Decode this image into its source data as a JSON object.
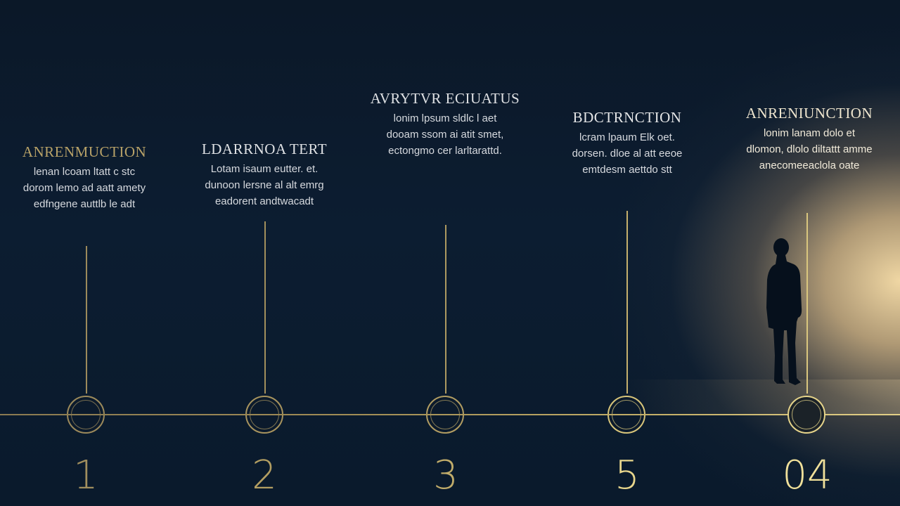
{
  "colors": {
    "background": "#0b1a2c",
    "gold_dim": "#a89560",
    "gold_mid": "#c2ad6c",
    "gold_bright": "#e6d48a",
    "light_glow": "#fce1aa"
  },
  "milestones": [
    {
      "title": "ANRENMUCTION",
      "lines": [
        "lenan lcoam ltatt c stc",
        "dorom lemo ad aatt amety",
        "edfngene auttlb le adt"
      ],
      "number": "1"
    },
    {
      "title": "LDARRNOA TERT",
      "lines": [
        "Lotam isaum eutter. et.",
        "dunoon lersne al alt emrg",
        "eadorent andtwacadt"
      ],
      "number": "2"
    },
    {
      "title": "AVRYTVR ECIUATUS",
      "lines": [
        "lonim lpsum sldlc l aet",
        "dooam ssom ai atit smet,",
        "ectongmo cer larltarattd."
      ],
      "number": "3"
    },
    {
      "title": "BDCTRNCTION",
      "lines": [
        "lcram lpaum Elk oet.",
        "dorsen. dloe al att eeoe",
        "emtdesm aettdo stt"
      ],
      "number": "5"
    },
    {
      "title": "ANRENIUNCTION",
      "lines": [
        "lonim lanam dolo et",
        "dlomon, dlolo diltattt amme",
        "anecomeeaclola oate"
      ],
      "number": "04"
    }
  ],
  "icons": {
    "figure": "standing-person-silhouette-icon"
  }
}
